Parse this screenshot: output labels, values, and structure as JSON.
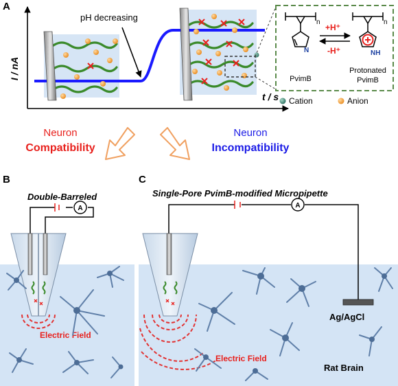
{
  "panels": {
    "a": {
      "label": "A",
      "y_axis": "I / nA",
      "x_axis": "t / s",
      "annotation": "pH decreasing",
      "reaction": {
        "left_polymer_sub": "n",
        "right_polymer_sub": "n",
        "left_name": "PvimB",
        "right_name_line1": "Protonated",
        "right_name_line2": "PvimB",
        "forward": "+H⁺",
        "reverse": "-H⁺",
        "n_atom": "N",
        "nh_atom": "NH"
      },
      "legend": {
        "cation": "Cation",
        "anion": "Anion"
      }
    },
    "b": {
      "label": "B",
      "title": "Double-Barreled",
      "field_label": "Electric Field",
      "meter": "A"
    },
    "c": {
      "label": "C",
      "title": "Single-Pore PvimB-modified Micropipette",
      "field_label": "Electric Field",
      "electrode": "Ag/AgCl",
      "tissue": "Rat Brain",
      "meter": "A"
    }
  },
  "arrows": {
    "left_line1": "Neuron",
    "left_line2": "Compatibility",
    "right_line1": "Neuron",
    "right_line2": "Incompatibility"
  },
  "colors": {
    "current_trace": "#1a1aff",
    "compat": "#e8201c",
    "incompat": "#1a1ae6",
    "tissue": "#d4e4f5",
    "neuron": "#5f7fa8",
    "field": "#e23232",
    "polymer": "#3a8a2a",
    "anion": "#f29a30",
    "cation": "#3e8a78",
    "arrow_outline": "#f0a060"
  }
}
